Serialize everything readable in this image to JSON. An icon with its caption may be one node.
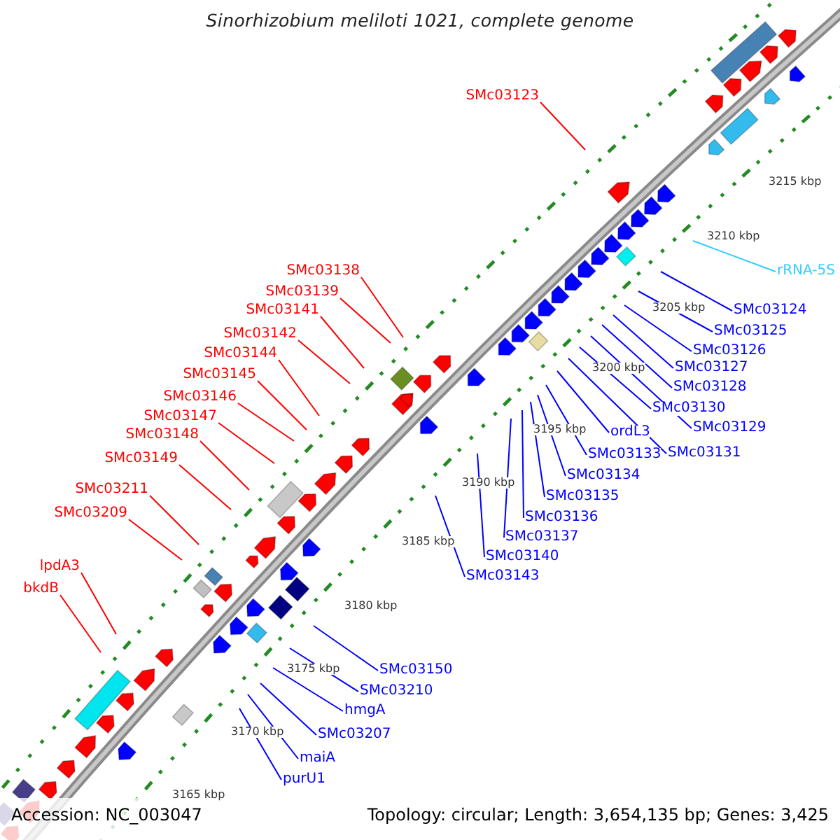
{
  "diagram": {
    "title": "Sinorhizobium meliloti 1021, complete genome",
    "nodes": [
      {
        "text": [
          "SMc03123"
        ]
      },
      {
        "text": [
          "SMc03138"
        ]
      },
      {
        "text": [
          "SMc03139"
        ]
      },
      {
        "text": [
          "SMc03141"
        ]
      },
      {
        "text": [
          "SMc03142"
        ]
      },
      {
        "text": [
          "SMc03144"
        ]
      },
      {
        "text": [
          "SMc03145"
        ]
      },
      {
        "text": [
          "SMc03146"
        ]
      },
      {
        "text": [
          "SMc03147"
        ]
      },
      {
        "text": [
          "SMc03148"
        ]
      },
      {
        "text": [
          "SMc03149"
        ]
      },
      {
        "text": [
          "SMc03211"
        ]
      },
      {
        "text": [
          "SMc03209"
        ]
      },
      {
        "text": [
          "lpdA3"
        ]
      },
      {
        "text": [
          "bkdB"
        ]
      },
      {
        "text": [
          "rRNA-5S"
        ]
      },
      {
        "text": [
          "SMc03124"
        ]
      },
      {
        "text": [
          "SMc03125"
        ]
      },
      {
        "text": [
          "SMc03126"
        ]
      },
      {
        "text": [
          "SMc03127"
        ]
      },
      {
        "text": [
          "SMc03128"
        ]
      },
      {
        "text": [
          "SMc03130"
        ]
      },
      {
        "text": [
          "ordL3"
        ]
      },
      {
        "text": [
          "SMc03129"
        ]
      },
      {
        "text": [
          "SMc03131"
        ]
      },
      {
        "text": [
          "SMc03133"
        ]
      },
      {
        "text": [
          "SMc03134"
        ]
      },
      {
        "text": [
          "SMc03135"
        ]
      },
      {
        "text": [
          "SMc03136"
        ]
      },
      {
        "text": [
          "SMc03137"
        ]
      },
      {
        "text": [
          "SMc03140"
        ]
      },
      {
        "text": [
          "SMc03143"
        ]
      },
      {
        "text": [
          "SMc03150"
        ]
      },
      {
        "text": [
          "SMc03210"
        ]
      },
      {
        "text": [
          "hmgA"
        ]
      },
      {
        "text": [
          "SMc03207"
        ]
      },
      {
        "text": [
          "maiA"
        ]
      },
      {
        "text": [
          "purU1"
        ]
      }
    ],
    "edges": [
      {
        "from": 0,
        "to": null,
        "arrow": "none",
        "color": "#ff0000"
      },
      {
        "from": 1,
        "to": null,
        "arrow": "none",
        "color": "#ff0000"
      },
      {
        "from": 2,
        "to": null,
        "arrow": "none",
        "color": "#ff0000"
      },
      {
        "from": 3,
        "to": null,
        "arrow": "none",
        "color": "#ff0000"
      },
      {
        "from": 4,
        "to": null,
        "arrow": "none",
        "color": "#ff0000"
      },
      {
        "from": 5,
        "to": null,
        "arrow": "none",
        "color": "#ff0000"
      },
      {
        "from": 6,
        "to": null,
        "arrow": "none",
        "color": "#ff0000"
      },
      {
        "from": 7,
        "to": null,
        "arrow": "none",
        "color": "#ff0000"
      },
      {
        "from": 8,
        "to": null,
        "arrow": "none",
        "color": "#ff0000"
      },
      {
        "from": 9,
        "to": null,
        "arrow": "none",
        "color": "#ff0000"
      },
      {
        "from": 10,
        "to": null,
        "arrow": "none",
        "color": "#ff0000"
      },
      {
        "from": 11,
        "to": null,
        "arrow": "none",
        "color": "#ff0000"
      },
      {
        "from": 12,
        "to": null,
        "arrow": "none",
        "color": "#ff0000"
      },
      {
        "from": 13,
        "to": null,
        "arrow": "none",
        "color": "#ff0000"
      },
      {
        "from": 14,
        "to": null,
        "arrow": "none",
        "color": "#ff0000"
      },
      {
        "from": 15,
        "to": null,
        "arrow": "none",
        "color": "#33ccff"
      },
      {
        "from": 16,
        "to": null,
        "arrow": "none"
      },
      {
        "from": 17,
        "to": null,
        "arrow": "none"
      },
      {
        "from": 18,
        "to": null,
        "arrow": "none"
      },
      {
        "from": 19,
        "to": null,
        "arrow": "none"
      },
      {
        "from": 20,
        "to": null,
        "arrow": "none"
      },
      {
        "from": 21,
        "to": null,
        "arrow": "none"
      },
      {
        "from": 22,
        "to": null,
        "arrow": "none"
      },
      {
        "from": 23,
        "to": null,
        "arrow": "none"
      },
      {
        "from": 24,
        "to": null,
        "arrow": "none"
      },
      {
        "from": 25,
        "to": null,
        "arrow": "none"
      },
      {
        "from": 26,
        "to": null,
        "arrow": "none"
      },
      {
        "from": 27,
        "to": null,
        "arrow": "none"
      },
      {
        "from": 28,
        "to": null,
        "arrow": "none"
      },
      {
        "from": 29,
        "to": null,
        "arrow": "none"
      },
      {
        "from": 30,
        "to": null,
        "arrow": "none"
      },
      {
        "from": 31,
        "to": null,
        "arrow": "none"
      },
      {
        "from": 32,
        "to": null,
        "arrow": "none"
      },
      {
        "from": 33,
        "to": null,
        "arrow": "none"
      },
      {
        "from": 34,
        "to": null,
        "arrow": "none"
      },
      {
        "from": 35,
        "to": null,
        "arrow": "none"
      },
      {
        "from": 36,
        "to": null,
        "arrow": "none"
      },
      {
        "from": 37,
        "to": null,
        "arrow": "none"
      }
    ],
    "labels": [
      "3215 kbp",
      "3210 kbp",
      "3205 kbp",
      "3200 kbp",
      "3195 kbp",
      "3190 kbp",
      "3185 kbp",
      "3180 kbp",
      "3175 kbp",
      "3170 kbp",
      "3165 kbp",
      "Accession: NC_003047",
      "Topology: circular; Length: 3,654,135 bp; Genes: 3,425"
    ]
  }
}
